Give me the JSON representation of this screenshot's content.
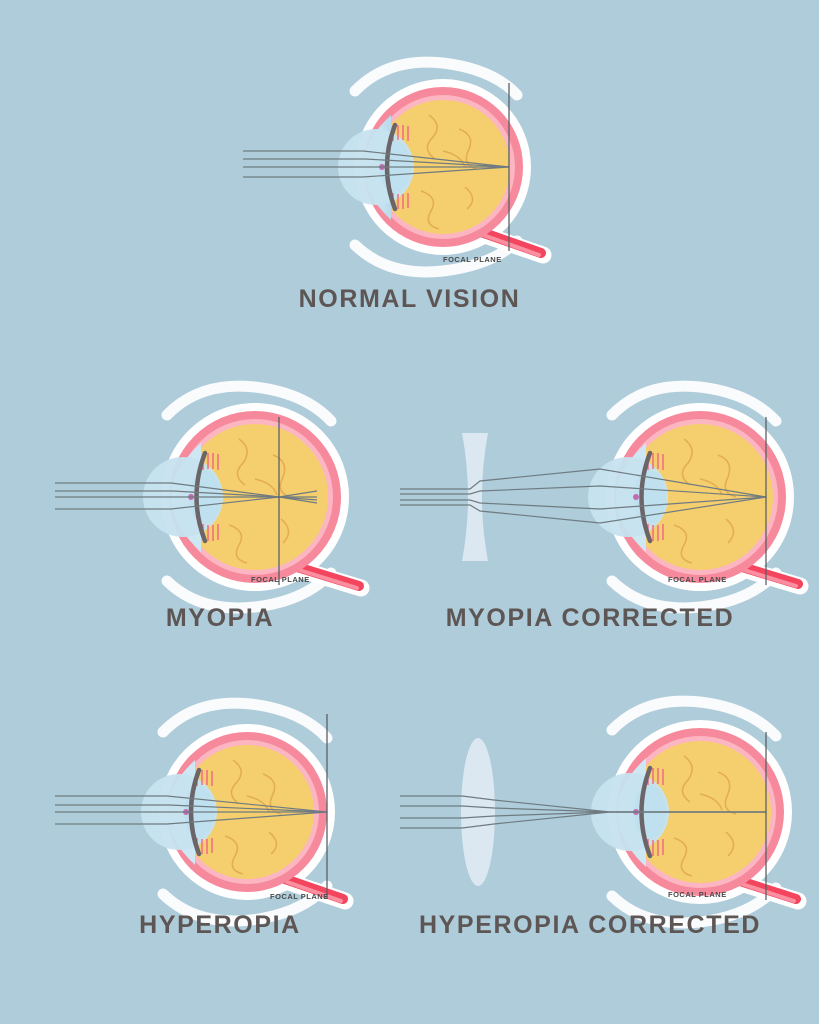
{
  "poster": {
    "background_color": "#aeccda",
    "caption_color": "#5d5654",
    "focal_label_color": "#4a4a4a"
  },
  "palette": {
    "sclera_pink": "#f7899c",
    "sclera_pink_light": "#fbb6c2",
    "vitreous_yellow": "#f5cf6e",
    "vitreous_vessel": "#e0a84e",
    "cornea_blue": "#c6e3ef",
    "lens_blue": "#bfe0ee",
    "iris_gray": "#6b6469",
    "ray_gray": "#6f7b80",
    "optic_nerve_red": "#f4455e",
    "halo_white": "#ffffff",
    "glasses_lens": "#dde9f3",
    "focal_line": "#5a6166",
    "ciliary_pink": "#f06a84",
    "pupil_magenta": "#c2399a"
  },
  "focal_plane_label": "FOCAL PLANE",
  "panels": [
    {
      "id": "normal-vision",
      "caption": "NORMAL VISION",
      "condition": "normal",
      "has_corrective_lens": false,
      "corrective_lens_type": "none",
      "focal_point_position": "on-retina",
      "ray_count": 4
    },
    {
      "id": "myopia",
      "caption": "MYOPIA",
      "condition": "myopia",
      "has_corrective_lens": false,
      "corrective_lens_type": "none",
      "focal_point_position": "in-front-of-retina",
      "ray_count": 4
    },
    {
      "id": "myopia-corrected",
      "caption": "MYOPIA CORRECTED",
      "condition": "myopia",
      "has_corrective_lens": true,
      "corrective_lens_type": "concave",
      "focal_point_position": "on-retina",
      "ray_count": 4
    },
    {
      "id": "hyperopia",
      "caption": "HYPEROPIA",
      "condition": "hyperopia",
      "has_corrective_lens": false,
      "corrective_lens_type": "none",
      "focal_point_position": "behind-retina",
      "ray_count": 4
    },
    {
      "id": "hyperopia-corrected",
      "caption": "HYPEROPIA CORRECTED",
      "condition": "hyperopia",
      "has_corrective_lens": true,
      "corrective_lens_type": "convex",
      "focal_point_position": "on-retina",
      "ray_count": 4
    }
  ]
}
